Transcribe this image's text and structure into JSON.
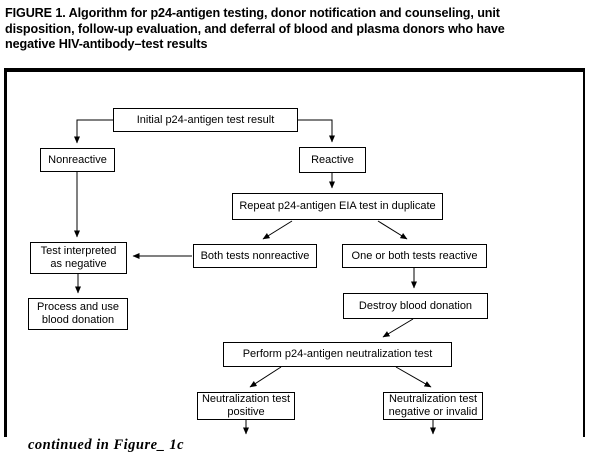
{
  "figure": {
    "title_lines": [
      "FIGURE 1. Algorithm for p24-antigen testing, donor notification and counseling, unit",
      "disposition, follow-up evaluation, and deferral of blood and plasma donors who have",
      "negative HIV-antibody–test results"
    ],
    "continued_note": "continued in Figure_ 1c"
  },
  "colors": {
    "background": "#ffffff",
    "line": "#000000",
    "box_fill": "#ffffff",
    "text": "#000000"
  },
  "nodes": {
    "initial": {
      "label": "Initial p24-antigen test result"
    },
    "nonreactive": {
      "label": "Nonreactive"
    },
    "reactive": {
      "label": "Reactive"
    },
    "repeat": {
      "label": "Repeat p24-antigen EIA test in duplicate"
    },
    "both_nonreactive": {
      "label": "Both tests nonreactive"
    },
    "one_or_both_reactive": {
      "label": "One or both tests reactive"
    },
    "test_negative": {
      "label": "Test interpreted\nas negative"
    },
    "process_use": {
      "label": "Process and use\nblood donation"
    },
    "destroy": {
      "label": "Destroy blood donation"
    },
    "perform_neutralization": {
      "label": "Perform p24-antigen neutralization test"
    },
    "neut_positive": {
      "label": "Neutralization test\npositive"
    },
    "neut_negative": {
      "label": "Neutralization test\nnegative or invalid"
    }
  },
  "edges": [
    {
      "from": "initial",
      "to": "nonreactive"
    },
    {
      "from": "initial",
      "to": "reactive"
    },
    {
      "from": "nonreactive",
      "to": "test_negative"
    },
    {
      "from": "reactive",
      "to": "repeat"
    },
    {
      "from": "repeat",
      "to": "both_nonreactive"
    },
    {
      "from": "repeat",
      "to": "one_or_both_reactive"
    },
    {
      "from": "both_nonreactive",
      "to": "test_negative"
    },
    {
      "from": "test_negative",
      "to": "process_use"
    },
    {
      "from": "one_or_both_reactive",
      "to": "destroy"
    },
    {
      "from": "destroy",
      "to": "perform_neutralization"
    },
    {
      "from": "perform_neutralization",
      "to": "neut_positive"
    },
    {
      "from": "perform_neutralization",
      "to": "neut_negative"
    },
    {
      "from": "neut_positive",
      "to": "continued_figure_1c"
    },
    {
      "from": "neut_negative",
      "to": "continued_figure_1c"
    }
  ]
}
